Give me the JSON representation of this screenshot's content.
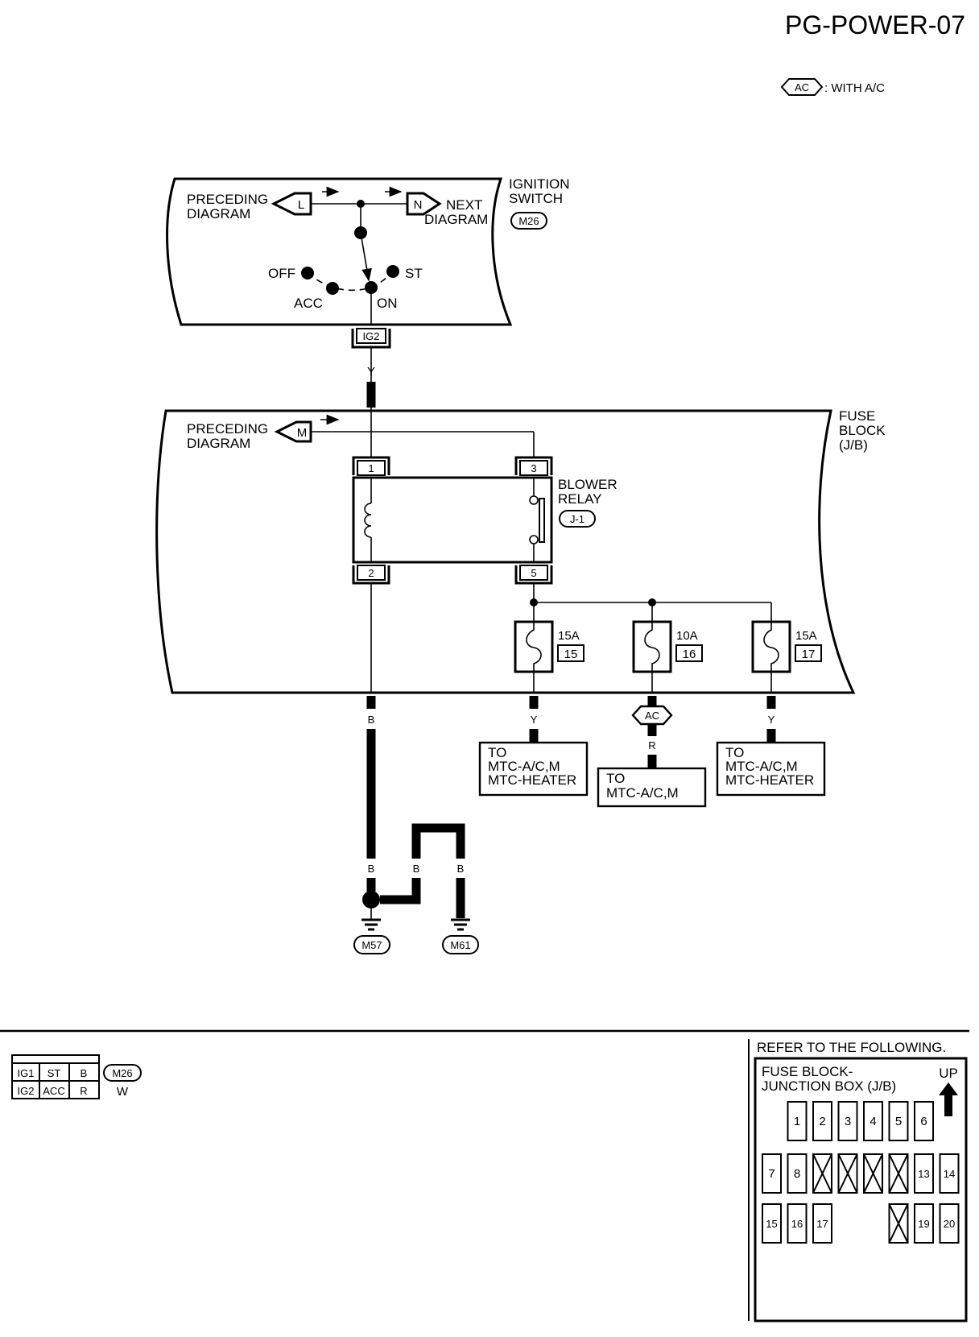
{
  "page_id": "PG-POWER-07",
  "legend": {
    "tag": "AC",
    "text": ": WITH A/C"
  },
  "ignition_switch": {
    "title_line1": "IGNITION",
    "title_line2": "SWITCH",
    "connector": "M26",
    "preceding_line1": "PRECEDING",
    "preceding_line2": "DIAGRAM",
    "preceding_tag": "L",
    "next_tag": "N",
    "next_line1": "NEXT",
    "next_line2": "DIAGRAM",
    "positions": {
      "off": "OFF",
      "acc": "ACC",
      "on": "ON",
      "st": "ST"
    },
    "terminal": "IG2",
    "wire_color": "Y"
  },
  "fuse_block": {
    "title_line1": "FUSE",
    "title_line2": "BLOCK",
    "title_line3": "(J/B)",
    "preceding_line1": "PRECEDING",
    "preceding_line2": "DIAGRAM",
    "preceding_tag": "M",
    "relay": {
      "line1": "BLOWER",
      "line2": "RELAY",
      "connector": "J-1",
      "terminals": [
        "1",
        "3",
        "2",
        "5"
      ]
    },
    "fuses": [
      {
        "amps": "15A",
        "number": "15",
        "wire": "Y"
      },
      {
        "amps": "10A",
        "number": "16",
        "wire": "R",
        "tag": "AC"
      },
      {
        "amps": "15A",
        "number": "17",
        "wire": "Y"
      }
    ],
    "destinations": [
      {
        "line1": "TO",
        "line2": "MTC-A/C,M",
        "line3": "MTC-HEATER"
      },
      {
        "line1": "TO",
        "line2": "MTC-A/C,M"
      },
      {
        "line1": "TO",
        "line2": "MTC-A/C,M",
        "line3": "MTC-HEATER"
      }
    ]
  },
  "ground": {
    "wire_color": "B",
    "grounds": [
      "M57",
      "M61"
    ]
  },
  "connector_table": {
    "rows": [
      [
        "IG1",
        "ST",
        "B"
      ],
      [
        "IG2",
        "ACC",
        "R"
      ]
    ],
    "connector": "M26",
    "color": "W"
  },
  "reference": {
    "title": "REFER TO THE FOLLOWING.",
    "box_line1": "FUSE BLOCK-",
    "box_line2": "JUNCTION BOX (J/B)",
    "up_label": "UP",
    "rows": [
      [
        "",
        "1",
        "2",
        "3",
        "4",
        "5",
        "6",
        ""
      ],
      [
        "7",
        "8",
        "X",
        "X",
        "X",
        "X",
        "13",
        "14"
      ],
      [
        "15",
        "16",
        "17",
        "",
        "",
        "X",
        "19",
        "20"
      ]
    ]
  }
}
